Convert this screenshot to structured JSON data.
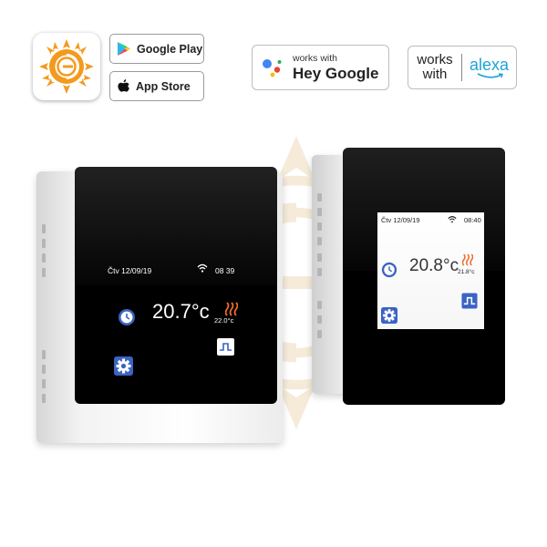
{
  "badges": {
    "google_play": "Google Play",
    "app_store": "App Store",
    "hey_google_small": "works with",
    "hey_google_big": "Hey Google",
    "alexa_works": "works\nwith",
    "alexa_word": "alexa"
  },
  "thermostat_front": {
    "date": "Čtv 12/09/19",
    "time": "08 39",
    "temperature": "20.7°c",
    "setpoint": "22.0°c"
  },
  "thermostat_side": {
    "date": "Čtv 12/09/19",
    "time": "08:40",
    "temperature": "20.8°c",
    "setpoint": "21.8°c"
  },
  "colors": {
    "brand_orange": "#f39a1e",
    "heat_orange": "#f26a2a",
    "icon_blue": "#3a63c4",
    "alexa_blue": "#1fa3d6"
  },
  "icons": [
    "brand-sun-logo",
    "google-play-icon",
    "apple-icon",
    "google-assistant-icon",
    "wifi-icon",
    "clock-icon",
    "gear-icon",
    "heat-waves-icon",
    "program-icon"
  ]
}
